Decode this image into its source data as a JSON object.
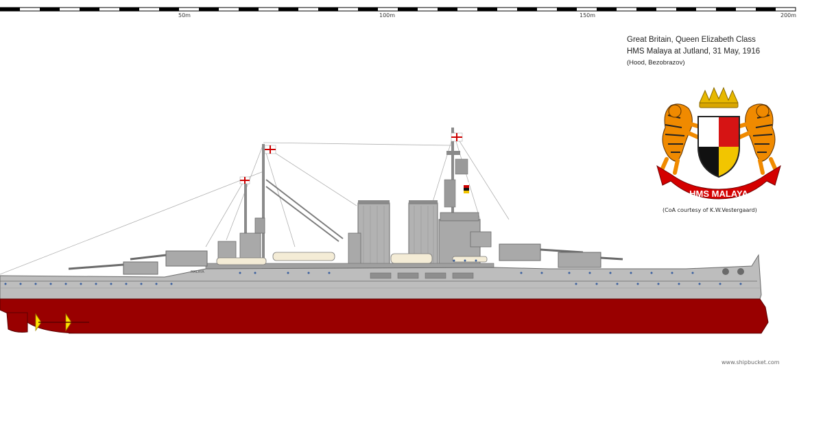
{
  "scale_bar": {
    "ticks": [
      "50m",
      "100m",
      "150m",
      "200m"
    ]
  },
  "caption": {
    "line1": "Great Britain, Queen Elizabeth Class",
    "line2": "HMS Malaya at Jutland,  31 May, 1916",
    "line3": "(Hood, Bezobrazov)"
  },
  "coat_of_arms": {
    "ribbon_text": "HMS MALAYA",
    "credit": "(CoA courtesy of  K.W.Vestergaard)"
  },
  "ship": {
    "name_on_hull": "MALAYA"
  },
  "watermark": "www.shipbucket.com",
  "colors": {
    "hull_red": "#990000",
    "hull_grey": "#bdbdbd",
    "superstructure_grey": "#a9a9a9",
    "deck_line": "#6a6a6a",
    "porthole_blue": "#3a5f9e",
    "propeller_yellow": "#ffe100",
    "boat_cream": "#f4ecd6",
    "ensign_red": "#cc0000"
  }
}
